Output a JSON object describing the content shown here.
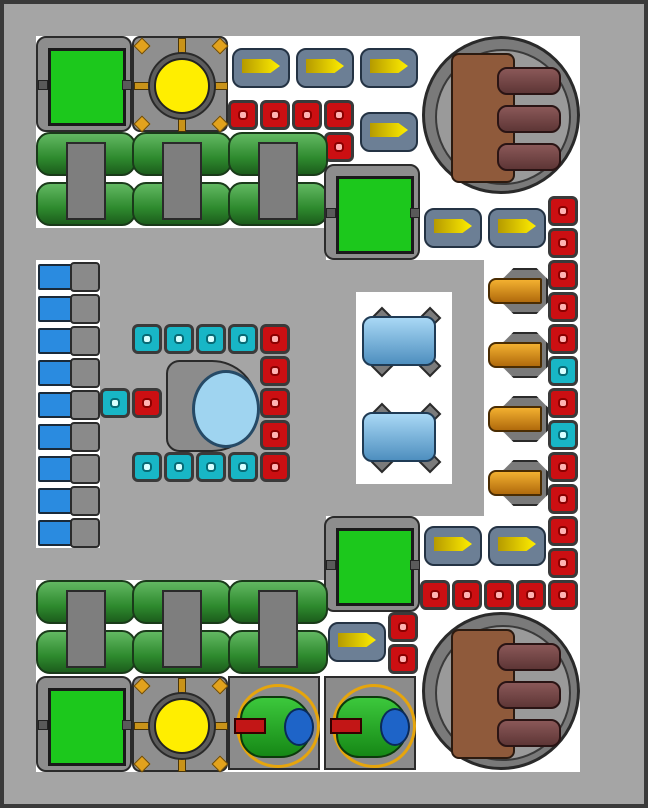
{
  "colors": {
    "background": "#a5a5a5",
    "floor": "#ffffff",
    "reactor_green": "#1cc81c",
    "core_yellow": "#ffee00",
    "conduit_red": "#cc0f12",
    "conduit_cyan": "#18b6c6",
    "thruster_flame": "#ffee00",
    "battery_blue": "#2a8be0",
    "engine_blue": "#9fd4f0",
    "tank_green": "#2e8a2e",
    "cannon_brown": "#8f5a3b",
    "turret_green": "#3cc83c"
  },
  "parts": {
    "reactor": "green-reactor-block",
    "core": "yellow-power-core",
    "thruster": "yellow-flame-thruster",
    "orange_thruster": "orange-side-thruster",
    "red_conduit": "red-conduit",
    "cyan_conduit": "cyan-conduit",
    "fuel_tank": "green-fuel-tank",
    "cannon": "heavy-cannon",
    "battery": "blue-battery-cell",
    "cockpit": "cockpit-dome",
    "engine": "blue-ion-engine",
    "turret": "green-turret"
  }
}
